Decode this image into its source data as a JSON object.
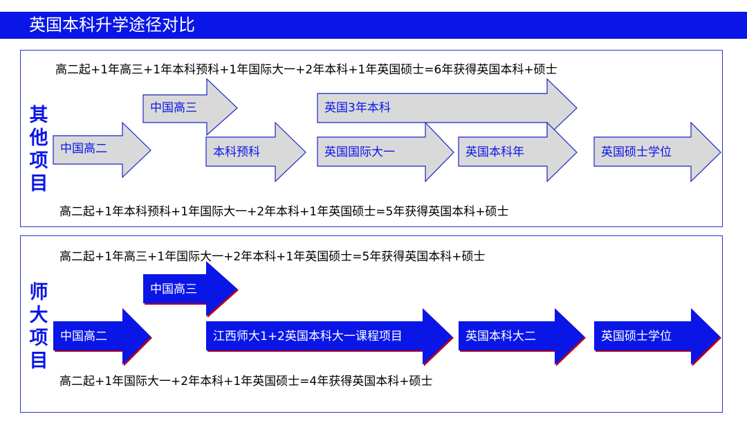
{
  "title": "英国本科升学途径对比",
  "colors": {
    "brand_blue": "#0a16e6",
    "arrow_grey": "#d9d9d9",
    "arrow_stroke": "#1a23c8",
    "arrow_blue_shadow": "#b00020"
  },
  "other": {
    "side_label": [
      "其",
      "他",
      "项",
      "目"
    ],
    "formula_top": "高二起+1年高三+1年本科预科+1年国际大一+2年本科+1年英国硕士=6年获得英国本科+硕士",
    "formula_bottom": "高二起+1年本科预科+1年国际大一+2年本科+1年英国硕士=5年获得英国本科+硕士",
    "arrows": [
      "中国高二",
      "中国高三",
      "本科预科",
      "英国3年本科",
      "英国国际大一",
      "英国本科年",
      "英国硕士学位"
    ]
  },
  "normal": {
    "side_label": [
      "师",
      "大",
      "项",
      "目"
    ],
    "formula_top": "高二起+1年高三+1年国际大一+2年本科+1年英国硕士=5年获得英国本科+硕士",
    "formula_bottom": "高二起+1年国际大一+2年本科+1年英国硕士=4年获得英国本科+硕士",
    "arrows": [
      "中国高三",
      "中国高二",
      "江西师大1+2英国本科大一课程项目",
      "英国本科大二",
      "英国硕士学位"
    ]
  }
}
